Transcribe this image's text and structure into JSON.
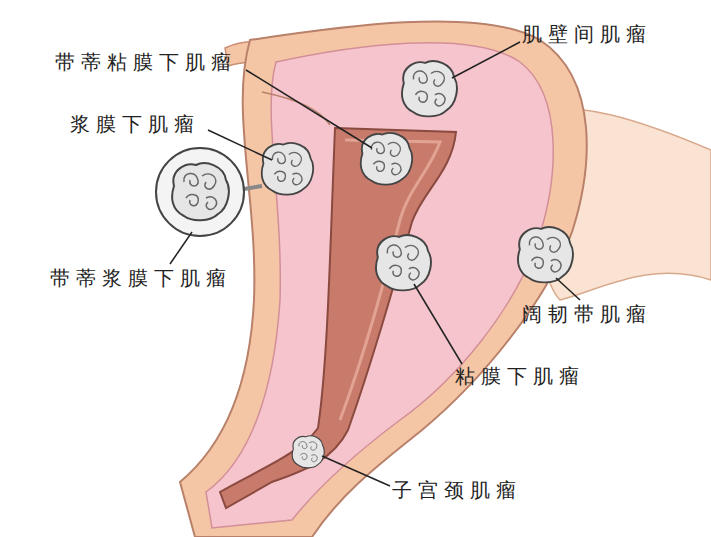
{
  "diagram": {
    "labels": [
      "带蒂粘膜下肌瘤",
      "肌壁间肌瘤",
      "浆膜下肌瘤",
      "带蒂浆膜下肌瘤",
      "阔韧带肌瘤",
      "粘膜下肌瘤",
      "子宫颈肌瘤"
    ]
  }
}
